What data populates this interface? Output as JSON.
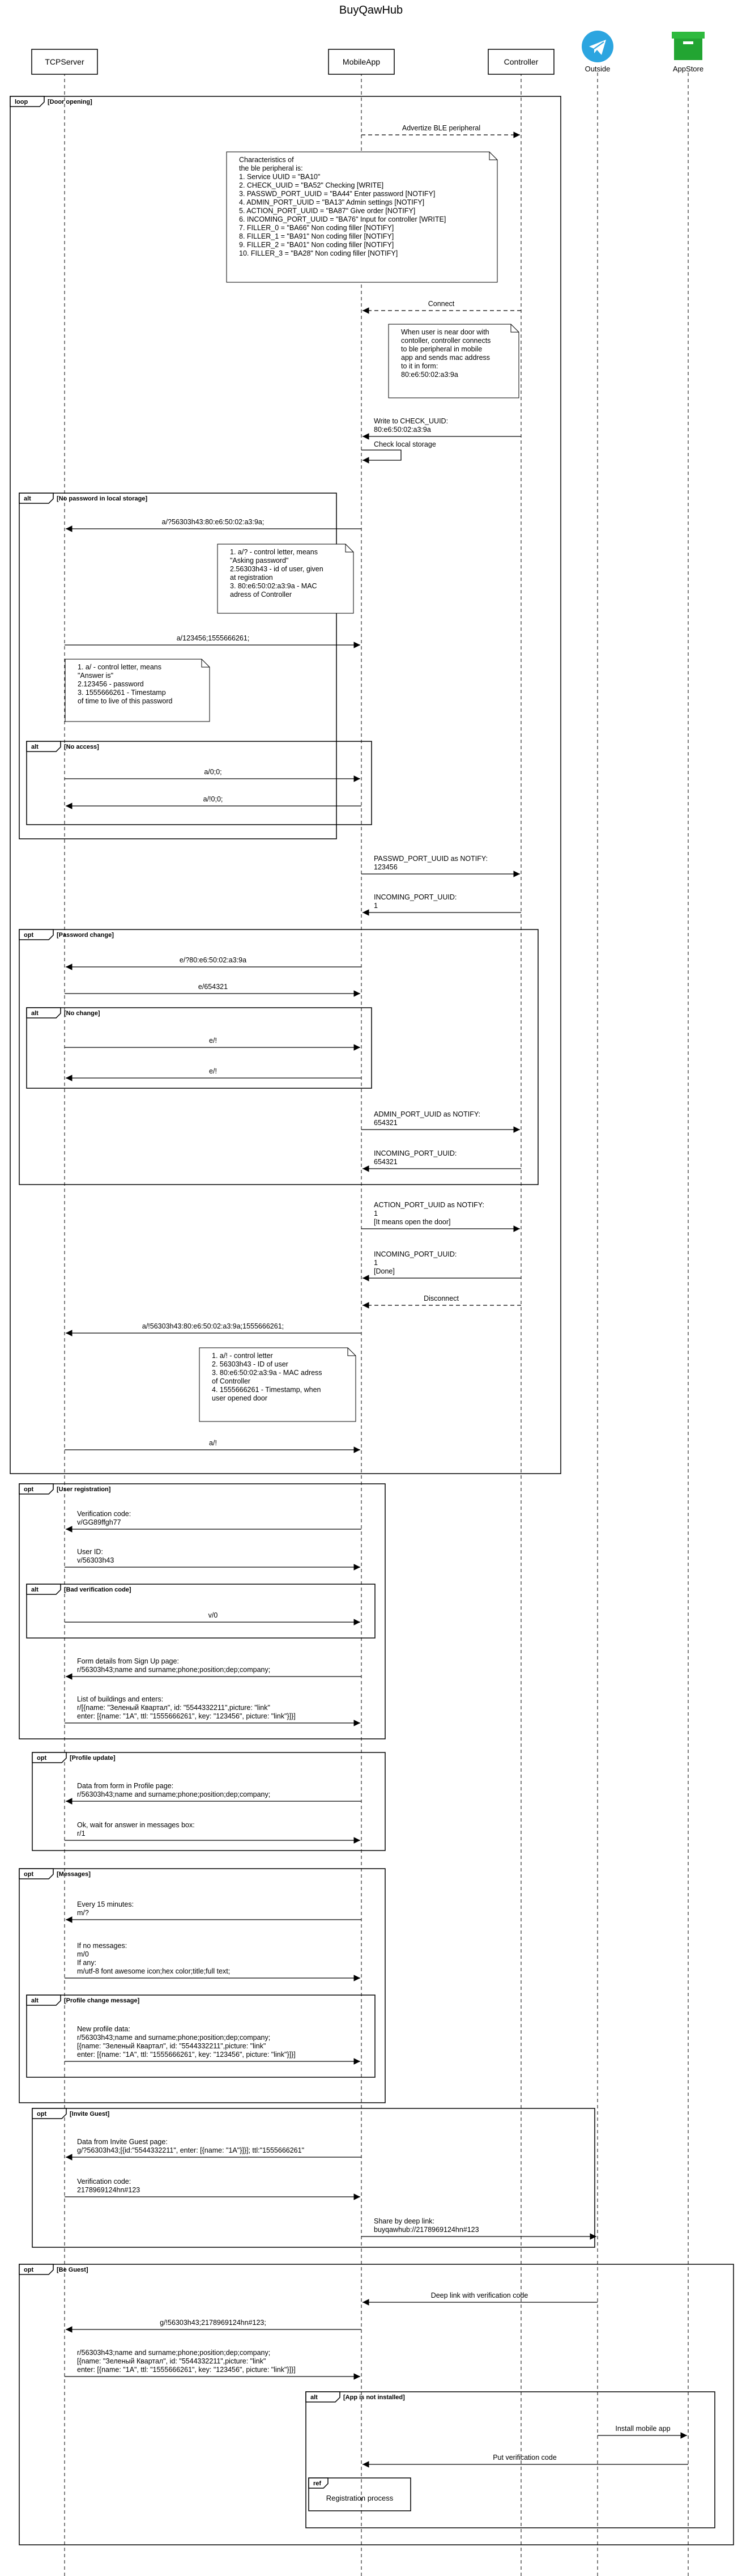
{
  "title": "BuyQawHub",
  "participants": [
    {
      "id": "tcp",
      "label": "TCPServer",
      "kind": "box"
    },
    {
      "id": "app",
      "label": "MobileApp",
      "kind": "box"
    },
    {
      "id": "ctl",
      "label": "Controller",
      "kind": "box"
    },
    {
      "id": "out",
      "label": "Outside",
      "kind": "telegram-icon"
    },
    {
      "id": "store",
      "label": "AppStore",
      "kind": "store-icon"
    }
  ],
  "fragments": [
    {
      "id": "loop",
      "op": "loop",
      "cond": "[Door opening]"
    },
    {
      "id": "alt_nopass",
      "op": "alt",
      "cond": "[No password in local storage]"
    },
    {
      "id": "alt_noaccess",
      "op": "alt",
      "cond": "[No access]"
    },
    {
      "id": "opt_pwchange",
      "op": "opt",
      "cond": "[Password change]"
    },
    {
      "id": "alt_nochange",
      "op": "alt",
      "cond": "[No change]"
    },
    {
      "id": "opt_reg",
      "op": "opt",
      "cond": "[User registration]"
    },
    {
      "id": "alt_badcode",
      "op": "alt",
      "cond": "[Bad verification code]"
    },
    {
      "id": "opt_profile",
      "op": "opt",
      "cond": "[Profile update]"
    },
    {
      "id": "opt_messages",
      "op": "opt",
      "cond": "[Messages]"
    },
    {
      "id": "alt_profchange",
      "op": "alt",
      "cond": "[Profile change message]"
    },
    {
      "id": "opt_invite",
      "op": "opt",
      "cond": "[Invite Guest]"
    },
    {
      "id": "opt_beguest",
      "op": "opt",
      "cond": "[Be Guest]"
    },
    {
      "id": "alt_notinstalled",
      "op": "alt",
      "cond": "[App is not installed]"
    },
    {
      "id": "ref_reg",
      "op": "ref",
      "cond": "Registration process"
    }
  ],
  "messages": [
    {
      "id": "m1",
      "from": "app",
      "to": "ctl",
      "style": "dashed",
      "lines": [
        "Advertize BLE peripheral"
      ]
    },
    {
      "id": "m2",
      "from": "ctl",
      "to": "app",
      "style": "dashed",
      "lines": [
        "Connect"
      ]
    },
    {
      "id": "m3",
      "from": "ctl",
      "to": "app",
      "style": "solid",
      "lines": [
        "Write to CHECK_UUID:",
        "80:e6:50:02:a3:9a"
      ]
    },
    {
      "id": "m4",
      "from": "app",
      "to": "app",
      "style": "self",
      "lines": [
        "Check local storage"
      ]
    },
    {
      "id": "m5",
      "from": "app",
      "to": "tcp",
      "style": "solid",
      "lines": [
        "a/?56303h43:80:e6:50:02:a3:9a;"
      ]
    },
    {
      "id": "m6",
      "from": "tcp",
      "to": "app",
      "style": "solid",
      "lines": [
        "a/123456;1555666261;"
      ]
    },
    {
      "id": "m7",
      "from": "tcp",
      "to": "app",
      "style": "solid",
      "lines": [
        "a/0;0;"
      ]
    },
    {
      "id": "m8",
      "from": "app",
      "to": "tcp",
      "style": "solid",
      "lines": [
        "a/!0;0;"
      ]
    },
    {
      "id": "m9",
      "from": "app",
      "to": "ctl",
      "style": "solid",
      "lines": [
        "PASSWD_PORT_UUID as NOTIFY:",
        "123456"
      ]
    },
    {
      "id": "m10",
      "from": "ctl",
      "to": "app",
      "style": "solid",
      "lines": [
        "INCOMING_PORT_UUID:",
        "1"
      ]
    },
    {
      "id": "m11",
      "from": "app",
      "to": "tcp",
      "style": "solid",
      "lines": [
        "e/?80:e6:50:02:a3:9a"
      ]
    },
    {
      "id": "m12",
      "from": "tcp",
      "to": "app",
      "style": "solid",
      "lines": [
        "e/654321"
      ]
    },
    {
      "id": "m13",
      "from": "tcp",
      "to": "app",
      "style": "solid",
      "lines": [
        "e/!"
      ]
    },
    {
      "id": "m14",
      "from": "app",
      "to": "tcp",
      "style": "solid",
      "lines": [
        "e/!"
      ]
    },
    {
      "id": "m15",
      "from": "app",
      "to": "ctl",
      "style": "solid",
      "lines": [
        "ADMIN_PORT_UUID as NOTIFY:",
        "654321"
      ]
    },
    {
      "id": "m16",
      "from": "ctl",
      "to": "app",
      "style": "solid",
      "lines": [
        "INCOMING_PORT_UUID:",
        "654321"
      ]
    },
    {
      "id": "m17",
      "from": "app",
      "to": "ctl",
      "style": "solid",
      "lines": [
        "ACTION_PORT_UUID as NOTIFY:",
        "1",
        "[It means open the door]"
      ]
    },
    {
      "id": "m18",
      "from": "ctl",
      "to": "app",
      "style": "solid",
      "lines": [
        "INCOMING_PORT_UUID:",
        "1",
        "[Done]"
      ]
    },
    {
      "id": "m19",
      "from": "ctl",
      "to": "app",
      "style": "dashed",
      "lines": [
        "Disconnect"
      ]
    },
    {
      "id": "m20",
      "from": "app",
      "to": "tcp",
      "style": "solid",
      "lines": [
        "a/!56303h43:80:e6:50:02:a3:9a;1555666261;"
      ]
    },
    {
      "id": "m21",
      "from": "tcp",
      "to": "app",
      "style": "solid",
      "lines": [
        "a/!"
      ]
    },
    {
      "id": "m22",
      "from": "app",
      "to": "tcp",
      "style": "solid",
      "lines": [
        "Verification code:",
        "v/GG89ffgh77"
      ]
    },
    {
      "id": "m23",
      "from": "tcp",
      "to": "app",
      "style": "solid",
      "lines": [
        "User ID:",
        "v/56303h43"
      ]
    },
    {
      "id": "m24",
      "from": "tcp",
      "to": "app",
      "style": "solid",
      "lines": [
        "v/0"
      ]
    },
    {
      "id": "m25",
      "from": "app",
      "to": "tcp",
      "style": "solid",
      "lines": [
        "Form details from Sign Up page:",
        "r/56303h43;name and surname;phone;position;dep;company;"
      ]
    },
    {
      "id": "m26",
      "from": "tcp",
      "to": "app",
      "style": "solid",
      "lines": [
        "List of buildings and enters:",
        "r/[{name: \"Зеленый Квартал\", id: \"5544332211\",picture: \"link\"",
        "enter: [{name: \"1A\", ttl: \"1555666261\", key: \"123456\", picture: \"link\"}]}]"
      ]
    },
    {
      "id": "m27",
      "from": "app",
      "to": "tcp",
      "style": "solid",
      "lines": [
        "Data from form in Profile page:",
        "r/56303h43;name and surname;phone;position;dep;company;"
      ]
    },
    {
      "id": "m28",
      "from": "tcp",
      "to": "app",
      "style": "solid",
      "lines": [
        "Ok, wait for answer in messages box:",
        "r/1"
      ]
    },
    {
      "id": "m29",
      "from": "app",
      "to": "tcp",
      "style": "solid",
      "lines": [
        "Every 15 minutes:",
        "m/?"
      ]
    },
    {
      "id": "m30",
      "from": "tcp",
      "to": "app",
      "style": "solid",
      "lines": [
        "If no messages:",
        "m/0",
        "If any:",
        "m/utf-8 font awesome icon;hex color;title;full text;"
      ]
    },
    {
      "id": "m31",
      "from": "tcp",
      "to": "app",
      "style": "solid",
      "lines": [
        "New profile data:",
        "r/56303h43;name and surname;phone;position;dep;company;",
        "[{name: \"Зеленый Квартал\", id: \"5544332211\",picture: \"link\"",
        "enter: [{name: \"1A\", ttl: \"1555666261\", key: \"123456\", picture: \"link\"}]}]"
      ]
    },
    {
      "id": "m32",
      "from": "app",
      "to": "tcp",
      "style": "solid",
      "lines": [
        "Data from Invite Guest page:",
        "g/?56303h43;[{id:\"5544332211\", enter: [{name: \"1A\"}]}]; ttl:\"1555666261\""
      ]
    },
    {
      "id": "m33",
      "from": "tcp",
      "to": "app",
      "style": "solid",
      "lines": [
        "Verification code:",
        "2178969124hn#123"
      ]
    },
    {
      "id": "m34",
      "from": "app",
      "to": "out",
      "style": "solid",
      "lines": [
        "Share by deep link:",
        "buyqawhub://2178969124hn#123"
      ]
    },
    {
      "id": "m35",
      "from": "out",
      "to": "app",
      "style": "solid",
      "lines": [
        "Deep link with verification code"
      ]
    },
    {
      "id": "m36",
      "from": "app",
      "to": "tcp",
      "style": "solid",
      "lines": [
        "g/!56303h43;2178969124hn#123;"
      ]
    },
    {
      "id": "m37",
      "from": "tcp",
      "to": "app",
      "style": "solid",
      "lines": [
        "r/56303h43;name and surname;phone;position;dep;company;",
        "[{name: \"Зеленый Квартал\", id: \"5544332211\",picture: \"link\"",
        "enter: [{name: \"1A\", ttl: \"1555666261\", key: \"123456\", picture: \"link\"}]}]"
      ]
    },
    {
      "id": "m38",
      "from": "out",
      "to": "store",
      "style": "solid",
      "lines": [
        "Install mobile app"
      ]
    },
    {
      "id": "m39",
      "from": "store",
      "to": "app",
      "style": "solid",
      "lines": [
        "Put verification code"
      ]
    }
  ],
  "notes": [
    {
      "id": "n1",
      "lines": [
        "Characteristics of",
        "the ble peripheral is:",
        "1. Service UUID = \"BA10\"",
        "2. CHECK_UUID = \"BA52\" Checking [WRITE]",
        "3. PASSWD_PORT_UUID = \"BA44\" Enter password [NOTIFY]",
        "4. ADMIN_PORT_UUID = \"BA13\" Admin settings [NOTIFY]",
        "5. ACTION_PORT_UUID = \"BA87\" Give order [NOTIFY]",
        "6. INCOMING_PORT_UUID = \"BA76\" Input for controller [WRITE]",
        "7. FILLER_0 = \"BA66\" Non coding filler [NOTIFY]",
        "8. FILLER_1 = \"BA91\" Non coding filler [NOTIFY]",
        "9. FILLER_2 = \"BA01\" Non coding filler [NOTIFY]",
        "10. FILLER_3 = \"BA28\" Non coding filler [NOTIFY]"
      ]
    },
    {
      "id": "n2",
      "lines": [
        "When user is near door with",
        "contoller, controller connects",
        "to ble peripheral in mobile",
        "app and sends mac address",
        "to it in form:",
        "80:e6:50:02:a3:9a"
      ]
    },
    {
      "id": "n3",
      "lines": [
        "1. a/? - control letter, means",
        "\"Asking password\"",
        "2.56303h43 - id of user, given",
        "at registration",
        "3. 80:e6:50:02:a3:9a - MAC",
        "adress of Controller"
      ]
    },
    {
      "id": "n4",
      "lines": [
        "1. a/ - control letter, means",
        "\"Answer is\"",
        "2.123456 - password",
        "3. 1555666261 - Timestamp",
        "of time to live of this password"
      ]
    },
    {
      "id": "n5",
      "lines": [
        "1. a/! - control letter",
        "2. 56303h43 - ID of user",
        "3. 80:e6:50:02:a3:9a - MAC adress",
        "of Controller",
        "4. 1555666261 - Timestamp, when",
        "user opened door"
      ]
    }
  ]
}
